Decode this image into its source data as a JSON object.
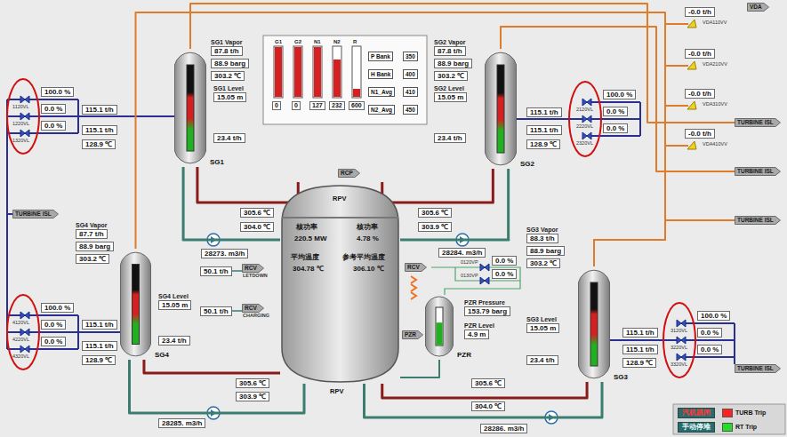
{
  "diagram": {
    "nodes": [
      {
        "text": [
          "SG1"
        ]
      },
      {
        "text": [
          "87.8 t/h"
        ]
      },
      {
        "text": [
          "88.9 barg"
        ]
      },
      {
        "text": [
          "303.2 ℃"
        ]
      },
      {
        "text": [
          "15.05 m"
        ]
      },
      {
        "text": [
          "23.4 t/h"
        ]
      },
      {
        "text": [
          "100.0 %"
        ]
      },
      {
        "text": [
          "0.0 %"
        ]
      },
      {
        "text": [
          "0.0 %"
        ]
      },
      {
        "text": [
          "115.1 t/h"
        ]
      },
      {
        "text": [
          "115.1 t/h"
        ]
      },
      {
        "text": [
          "128.9 ℃"
        ]
      },
      {
        "text": [
          "0"
        ]
      },
      {
        "text": [
          "0"
        ]
      },
      {
        "text": [
          "127"
        ]
      },
      {
        "text": [
          "232"
        ]
      },
      {
        "text": [
          "600"
        ]
      },
      {
        "text": [
          "P Bank"
        ]
      },
      {
        "text": [
          "350"
        ]
      },
      {
        "text": [
          "H Bank"
        ]
      },
      {
        "text": [
          "400"
        ]
      },
      {
        "text": [
          "N1_Avg"
        ]
      },
      {
        "text": [
          "410"
        ]
      },
      {
        "text": [
          "N2_Avg"
        ]
      },
      {
        "text": [
          "450"
        ]
      },
      {
        "text": [
          "SG2"
        ]
      },
      {
        "text": [
          "87.8 t/h"
        ]
      },
      {
        "text": [
          "88.9 barg"
        ]
      },
      {
        "text": [
          "303.2 ℃"
        ]
      },
      {
        "text": [
          "15.05 m"
        ]
      },
      {
        "text": [
          "23.4 t/h"
        ]
      },
      {
        "text": [
          "100.0 %"
        ]
      },
      {
        "text": [
          "0.0 %"
        ]
      },
      {
        "text": [
          "0.0 %"
        ]
      },
      {
        "text": [
          "115.1 t/h"
        ]
      },
      {
        "text": [
          "115.1 t/h"
        ]
      },
      {
        "text": [
          "128.9 ℃"
        ]
      },
      {
        "text": [
          "VDA"
        ]
      },
      {
        "text": [
          "-0.0 t/h"
        ]
      },
      {
        "text": [
          "-0.0 t/h"
        ]
      },
      {
        "text": [
          "-0.0 t/h"
        ]
      },
      {
        "text": [
          "-0.0 t/h"
        ]
      },
      {
        "text": [
          "TURBINE ISL"
        ]
      },
      {
        "text": [
          "TURBINE ISL"
        ]
      },
      {
        "text": [
          "TURBINE ISL"
        ]
      },
      {
        "text": [
          "TURBINE ISL"
        ]
      },
      {
        "text": [
          "RCP"
        ]
      },
      {
        "text": [
          "RPV",
          "核功率",
          "核功率",
          "平均温度",
          "参考平均温度",
          "RPV"
        ]
      },
      {
        "text": [
          "220.5 MW"
        ],
        "in": 47
      },
      {
        "text": [
          "4.78 %"
        ],
        "in": 47
      },
      {
        "text": [
          "304.78 ℃"
        ],
        "in": 47
      },
      {
        "text": [
          "306.10 ℃"
        ],
        "in": 47
      },
      {
        "text": [
          "305.6 ℃"
        ]
      },
      {
        "text": [
          "304.0 ℃"
        ]
      },
      {
        "text": [
          "305.6 ℃"
        ]
      },
      {
        "text": [
          "303.9 ℃"
        ]
      },
      {
        "text": [
          "28273. m3/h"
        ]
      },
      {
        "text": [
          "28284. m3/h"
        ]
      },
      {
        "text": [
          "50.1 t/h"
        ]
      },
      {
        "text": [
          "RCV",
          "LETDOWN"
        ]
      },
      {
        "text": [
          "50.1 t/h"
        ]
      },
      {
        "text": [
          "RCV",
          "CHARGING"
        ]
      },
      {
        "text": [
          "RCV"
        ]
      },
      {
        "text": [
          "0.0 %"
        ]
      },
      {
        "text": [
          "0.0 %"
        ]
      },
      {
        "text": [
          "PZR"
        ]
      },
      {
        "text": [
          "PZR"
        ]
      },
      {
        "text": [
          "153.79 barg"
        ]
      },
      {
        "text": [
          "4.9 m"
        ]
      },
      {
        "text": [
          "SG4"
        ]
      },
      {
        "text": [
          "87.7 t/h"
        ]
      },
      {
        "text": [
          "88.9 barg"
        ]
      },
      {
        "text": [
          "303.2 ℃"
        ]
      },
      {
        "text": [
          "15.05 m"
        ]
      },
      {
        "text": [
          "23.4 t/h"
        ]
      },
      {
        "text": [
          "100.0 %"
        ]
      },
      {
        "text": [
          "0.0 %"
        ]
      },
      {
        "text": [
          "0.0 %"
        ]
      },
      {
        "text": [
          "115.1 t/h"
        ]
      },
      {
        "text": [
          "115.1 t/h"
        ]
      },
      {
        "text": [
          "128.9 ℃"
        ]
      },
      {
        "text": [
          "305.6 ℃"
        ]
      },
      {
        "text": [
          "303.9 ℃"
        ]
      },
      {
        "text": [
          "28285. m3/h"
        ]
      },
      {
        "text": [
          "SG3"
        ]
      },
      {
        "text": [
          "88.3 t/h"
        ]
      },
      {
        "text": [
          "88.9 barg"
        ]
      },
      {
        "text": [
          "303.2 ℃"
        ]
      },
      {
        "text": [
          "15.05 m"
        ]
      },
      {
        "text": [
          "23.4 t/h"
        ]
      },
      {
        "text": [
          "100.0 %"
        ]
      },
      {
        "text": [
          "0.0 %"
        ]
      },
      {
        "text": [
          "0.0 %"
        ]
      },
      {
        "text": [
          "115.1 t/h"
        ]
      },
      {
        "text": [
          "115.1 t/h"
        ]
      },
      {
        "text": [
          "128.9 ℃"
        ]
      },
      {
        "text": [
          "TURBINE ISL"
        ]
      },
      {
        "text": [
          "305.6 ℃"
        ]
      },
      {
        "text": [
          "304.0 ℃"
        ]
      },
      {
        "text": [
          "28286. m3/h"
        ]
      },
      {
        "text": [
          "汽机跳闸"
        ]
      },
      {
        "text": [
          "手动停堆"
        ]
      }
    ],
    "edges": [
      {
        "from": 47,
        "to": 0,
        "arrow": "none"
      },
      {
        "from": 0,
        "to": 47,
        "arrow": "none"
      },
      {
        "from": 47,
        "to": 25,
        "arrow": "none"
      },
      {
        "from": 25,
        "to": 47,
        "arrow": "none"
      },
      {
        "from": 47,
        "to": 69,
        "arrow": "none"
      },
      {
        "from": 69,
        "to": 47,
        "arrow": "none"
      },
      {
        "from": 47,
        "to": 84,
        "arrow": "none"
      },
      {
        "from": 84,
        "to": 47,
        "arrow": "none"
      },
      {
        "from": 66,
        "to": 47,
        "arrow": "none"
      },
      {
        "from": 0,
        "to": 42,
        "arrow": "none"
      },
      {
        "from": 25,
        "to": 43,
        "arrow": "none"
      },
      {
        "from": 69,
        "to": 44,
        "arrow": "none"
      }
    ],
    "labels": [
      "SG1 Vapor",
      "SG1 Level",
      "SG2 Vapor",
      "SG2 Level",
      "SG3 Vapor",
      "SG3 Level",
      "SG4 Vapor",
      "SG4 Level",
      "PZR Pressure",
      "PZR Level",
      "1120VL",
      "1220VL",
      "1320VL",
      "2120VL",
      "2220VL",
      "2320VL",
      "3120VL",
      "3220VL",
      "3320VL",
      "4120VL",
      "4220VL",
      "4320VL",
      "VDA110VV",
      "VDA210VV",
      "VDA310VV",
      "VDA410VV",
      "0120VP",
      "0130VP",
      "G1",
      "G2",
      "N1",
      "N2",
      "R"
    ],
    "legend": [
      {
        "text": "TURB Trip",
        "color": "#ff2020"
      },
      {
        "text": "RT Trip",
        "color": "#20e020"
      }
    ]
  }
}
